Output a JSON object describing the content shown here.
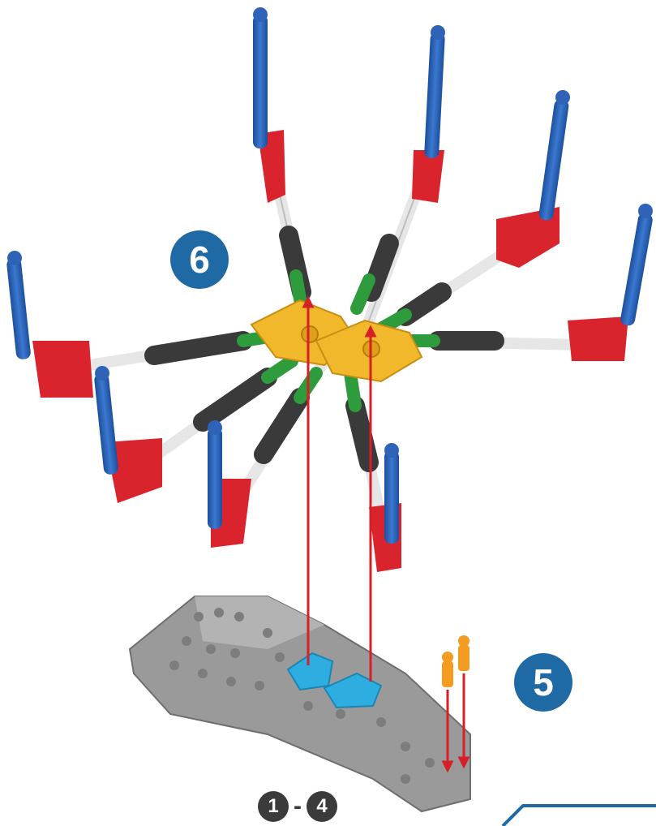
{
  "steps": {
    "six": "6",
    "five": "5",
    "range_start": "1",
    "range_separator": "-",
    "range_end": "4"
  },
  "colors": {
    "rod_blue": "#2f63b8",
    "connector_red": "#d9232d",
    "hub_yellow": "#f2b82b",
    "rod_green": "#2e9b3c",
    "connector_dark": "#3a3a3a",
    "base_gray": "#9a9a9a",
    "base_cyan": "#2eaee0",
    "peg_orange": "#f39c1f",
    "arrow_red": "#d81e26",
    "badge_blue": "#1f6aa5",
    "badge_dark": "#3b3b3b",
    "corner_line": "#1f6aa5"
  }
}
